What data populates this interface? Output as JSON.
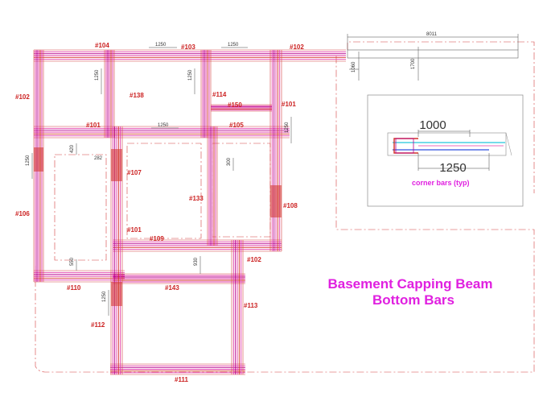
{
  "title": {
    "line1": "Basement Capping Beam",
    "line2": "Bottom Bars"
  },
  "colors": {
    "label": "#cc2222",
    "title": "#e020e0",
    "outline": "#d64040",
    "bar_pink": "#e23ca8",
    "bar_magenta": "#b4008c",
    "bar_red": "#d23228",
    "bar_cyan": "#20c8dc",
    "bar_blue": "#3050e0",
    "dim_line": "#444444"
  },
  "bar_marks": [
    "#104",
    "#103",
    "#102",
    "#102",
    "#138",
    "#114",
    "#150",
    "#101",
    "#101",
    "#105",
    "#107",
    "#106",
    "#133",
    "#108",
    "#101",
    "#109",
    "#102",
    "#110",
    "#143",
    "#113",
    "#112",
    "#111",
    "#101"
  ],
  "dimensions": [
    "1250",
    "1250",
    "8011",
    "1250",
    "1250",
    "1060",
    "1700",
    "1250",
    "1250",
    "420",
    "282",
    "1250",
    "300",
    "550",
    "930",
    "1250"
  ],
  "detail": {
    "top_dim": "1000",
    "bottom_dim": "1250",
    "caption": "corner bars (typ)"
  }
}
